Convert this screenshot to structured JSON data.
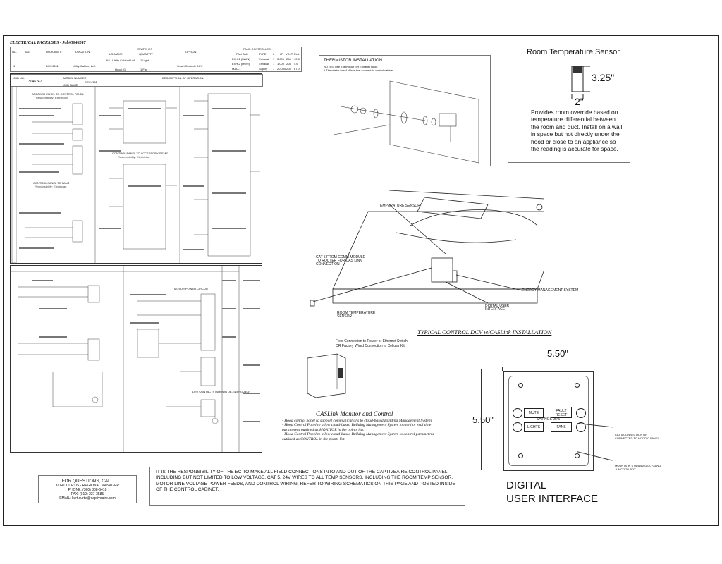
{
  "packages": {
    "title": "ELECTRICAL PACKAGES - Job#3046247",
    "switches_heading": "SWITCHES",
    "fans_heading": "FANS CONTROLLED",
    "headers": [
      "NO.",
      "TAG",
      "PACKAGE #",
      "LOCATION",
      "LOCATION",
      "QUANTITY",
      "OPTION",
      "FAN TAG",
      "TYPE",
      "#",
      "H.P.",
      "VOLT",
      "FLA"
    ],
    "row": {
      "no": "1",
      "tag": "",
      "package": "DCV-2111",
      "location": "Utility Cabinet Left",
      "sw_location_1": "Kit - Utility Cabinet Left",
      "sw_location_2": "Hood #1",
      "qty_1": "1 Light",
      "qty_2": "1 Fan",
      "option": "Smart Controls DCV"
    },
    "fans": [
      {
        "tag": "EXH-1 (MAIN)",
        "type": "Exhaust",
        "n": "1",
        "hp": "3.000",
        "volt": "208",
        "fla": "10.8"
      },
      {
        "tag": "EXH-2 (HWR)",
        "type": "Exhaust",
        "n": "1",
        "hp": "1.000",
        "volt": "208",
        "fla": "4.6"
      },
      {
        "tag": "MAU-1",
        "type": "Supply",
        "n": "1",
        "hp": "20.000",
        "volt": "208",
        "fla": "67.0"
      }
    ]
  },
  "job": {
    "job_no_label": "JOB NO.",
    "job_no": "3046247",
    "model_label": "MODEL NUMBER",
    "model": "DCV-2111",
    "job_name_label": "JOB NAME",
    "desc_heading": "DESCRIPTION OF OPERATION:"
  },
  "schematic": {
    "breaker_title": "BREAKER PANEL TO CONTROL PANEL",
    "breaker_sub": "Responsibility: Electrician",
    "control_fans_title": "CONTROL PANEL TO FANS",
    "control_fans_sub": "Responsibility: Electrician",
    "accessory_title": "CONTROL PANEL TO ACCESSORY ITEMS",
    "accessory_sub": "Responsibility: Electrician",
    "motor_title": "MOTOR POWER CIRCUIT",
    "dry_title": "DRY CONTACTS (SHOWN DE-ENERGIZED)"
  },
  "thermistor": {
    "title": "THERMISTOR INSTALLATION",
    "note": "NOTES: Use Thermistor per Exhaust Hood\n1 Thermistor has 4 Wires that connect to control cabinet"
  },
  "room_sensor": {
    "title": "Room Temperature Sensor",
    "height_dim": "3.25\"",
    "width_dim": "2\"",
    "description": "Provides room override based on temperature differential between the room and duct. Install on a wall in space but not directly under the hood or close to an appliance so the reading is accurate for space."
  },
  "installation": {
    "temperature_sensor": "TEMPERATURE SENSOR",
    "cat5_note": "CAT 5 FROM COMM MODULE TO ROUTER FOR CAS LINK CONNECTION",
    "energy_mgmt": "ENERGY MANAGEMENT SYSTEM",
    "digital_ui": "DIGITAL USER INTERFACE",
    "room_temp_sensor": "ROOM TEMPERATURE SENSOR",
    "caption": "TYPICAL CONTROL DCV w/CASLink INSTALLATION"
  },
  "caslink": {
    "field_note_1": "Field Connection to Router or Ethernet Switch",
    "field_note_2": "OR Factory Wired Connection to Cellular Kit",
    "title": "CASLink Monitor and Control",
    "bullet_1": "-   Hood control panel to support communications to cloud-based Building Management System.",
    "bullet_2": "-   Hood Control Panel to allow cloud-based Building Management System to monitor real time parameters outlined as MONITOR in the points list.",
    "bullet_3": "-   Hood Control Panel to allow cloud-based Building Management System to control parameters outlined as CONTROL in the points list."
  },
  "dui": {
    "width_dim": "5.50\"",
    "height_dim": "5.50\"",
    "btn_mute": "MUTE",
    "btn_fault": "FAULT RESET",
    "savings": "SAVINGS 95%",
    "btn_lights": "LIGHTS",
    "btn_fans": "FANS",
    "note_cat5": "CAT 5 CONNECTION OR CONNECTED TO HOOD C PANEL",
    "note_mount": "MOUNTS IN STANDARD DO GANG JUNCTION BOX",
    "title_1": "DIGITAL",
    "title_2": "USER INTERFACE"
  },
  "contact": {
    "line1": "FOR QUESTIONS, CALL",
    "line2": "KURT CURTIS - REGIONAL MANAGER",
    "line3": "PHONE: (360) 808-6418",
    "line4": "FAX: (919) 227-3585",
    "line5": "EMAIL: kurt.curtis@captiveaire.com"
  },
  "responsibility": "IT IS THE RESPONSIBILITY OF THE EC TO MAKE ALL FIELD CONNECTIONS INTO AND OUT OF THE CAPTIVEAIRE CONTROL PANEL INCLUDING BUT NOT LIMITED TO LOW VOLTAGE, CAT 5, 24V WIRES TO ALL TEMP SENSORS, INCLUDING THE ROOM TEMP SENSOR, MOTOR LINE VOLTAGE POWER FEEDS, AND CONTROL WIRING. REFER TO WIRING SCHEMATICS ON THIS PAGE AND POSTED INSIDE OF THE CONTROL CABINET.",
  "sensor_temp": "TEMPERATURE SENSOR"
}
